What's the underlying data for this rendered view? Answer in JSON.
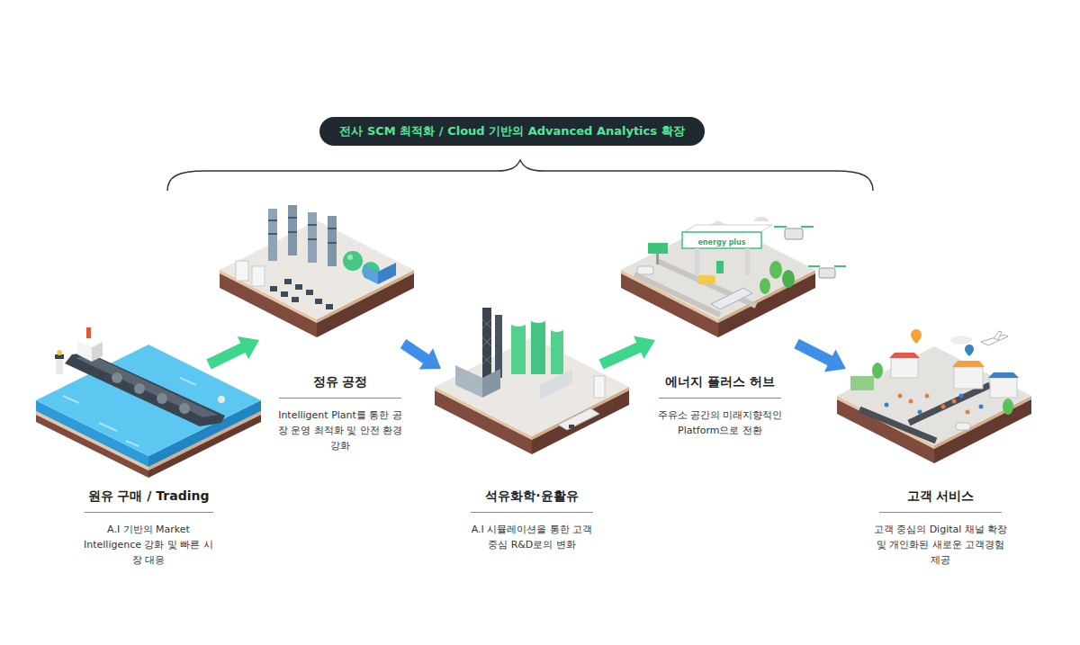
{
  "diagram": {
    "nodes": [
      {
        "text": [
          "전사 SCM 최적화 / Cloud 기반의 Advanced Analytics 확장"
        ]
      },
      {
        "text": [
          "원유 구매 / Trading",
          "A.I 기반의 Market Intelligence 강화 및 빠른 시장 대응"
        ]
      },
      {
        "text": [
          "정유 공정",
          "Intelligent Plant를 통한 공장 운영 최적화 및 안전 환경 강화"
        ]
      },
      {
        "text": [
          "석유화학·윤활유",
          "A.I 시뮬레이션을 통한 고객 중심 R&D로의 변화"
        ]
      },
      {
        "text": [
          "에너지 플러스 허브",
          "주유소 공간의 미래지향적인 Platform으로 전환"
        ]
      },
      {
        "text": [
          "고객 서비스",
          "고객 중심의 Digital 채널 확장 및 개인화된 새로운 고객경험 제공"
        ]
      }
    ],
    "edges": [
      {
        "from": 1,
        "to": 2,
        "arrow": "to"
      },
      {
        "from": 2,
        "to": 3,
        "arrow": "to"
      },
      {
        "from": 3,
        "to": 4,
        "arrow": "to"
      },
      {
        "from": 4,
        "to": 5,
        "arrow": "to"
      }
    ],
    "labels": [
      "energy plus"
    ]
  }
}
